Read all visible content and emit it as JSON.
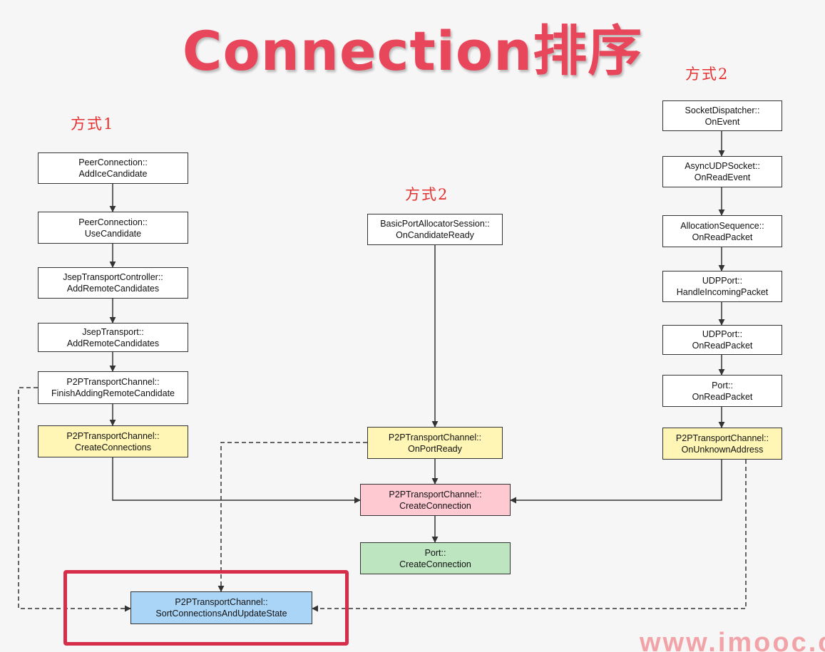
{
  "title": "Connection排序",
  "labels": {
    "method1": "方式1",
    "method2_center": "方式2",
    "method2_right": "方式2"
  },
  "watermark": "www.imooc.c",
  "nodes": {
    "add_ice_candidate": [
      "PeerConnection::",
      "AddIceCandidate"
    ],
    "use_candidate": [
      "PeerConnection::",
      "UseCandidate"
    ],
    "jsep_controller_add": [
      "JsepTransportController::",
      "AddRemoteCandidates"
    ],
    "jsep_transport_add": [
      "JsepTransport::",
      "AddRemoteCandidates"
    ],
    "finish_adding": [
      "P2PTransportChannel::",
      "FinishAddingRemoteCandidate"
    ],
    "create_connections": [
      "P2PTransportChannel::",
      "CreateConnections"
    ],
    "on_candidate_ready": [
      "BasicPortAllocatorSession::",
      "OnCandidateReady"
    ],
    "on_port_ready": [
      "P2PTransportChannel::",
      "OnPortReady"
    ],
    "create_connection": [
      "P2PTransportChannel::",
      "CreateConnection"
    ],
    "port_create_connection": [
      "Port::",
      "CreateConnection"
    ],
    "socket_on_event": [
      "SocketDispatcher::",
      "OnEvent"
    ],
    "async_on_read_event": [
      "AsyncUDPSocket::",
      "OnReadEvent"
    ],
    "allocation_on_read_packet": [
      "AllocationSequence::",
      "OnReadPacket"
    ],
    "udp_handle_incoming": [
      "UDPPort::",
      "HandleIncomingPacket"
    ],
    "udp_on_read_packet": [
      "UDPPort::",
      "OnReadPacket"
    ],
    "port_on_read_packet": [
      "Port::",
      "OnReadPacket"
    ],
    "on_unknown_address": [
      "P2PTransportChannel::",
      "OnUnknownAddress"
    ],
    "sort_connections": [
      "P2PTransportChannel::",
      "SortConnectionsAndUpdateState"
    ]
  },
  "colors": {
    "title": "#e8465a",
    "method_label": "#e53030",
    "yellow_node": "#fff6b5",
    "pink_node": "#ffc9d2",
    "green_node": "#bde5c0",
    "blue_node": "#abd5f7",
    "highlight_border": "#d62d4a",
    "watermark": "#f2a3a8"
  }
}
